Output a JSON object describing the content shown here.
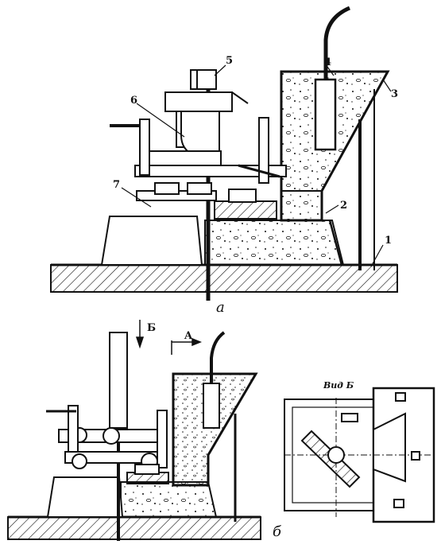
{
  "figure_a": {
    "caption": "a",
    "callouts": [
      "1",
      "2",
      "3",
      "4",
      "5",
      "6",
      "7"
    ]
  },
  "figure_b": {
    "caption": "б",
    "arrow_b_label": "Б",
    "arrow_a_label": "A"
  },
  "view_b": {
    "title": "Вид Б"
  }
}
